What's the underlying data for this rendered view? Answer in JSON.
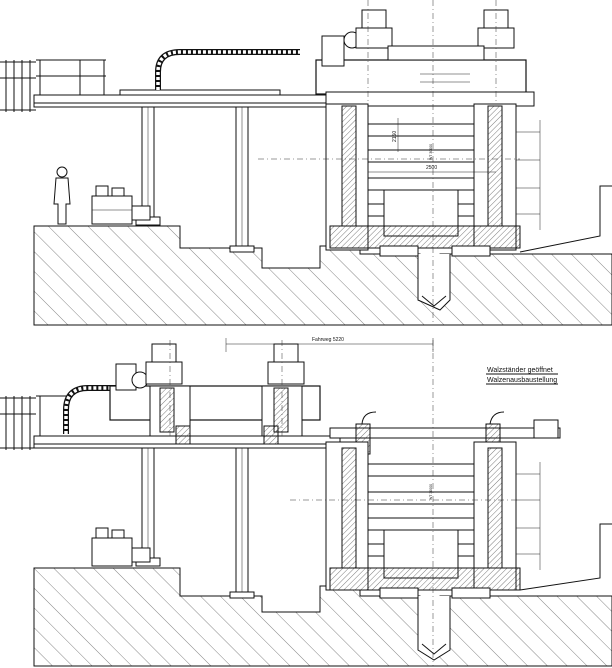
{
  "top_view": {
    "dimensions": [
      "2500",
      "2150",
      "2500"
    ],
    "small_labels": [
      "WT 30000"
    ]
  },
  "bottom_view": {
    "travel_label": "Fahrweg 5220",
    "title_line1": "Walzständer geöffnet",
    "title_line2": "Walzenausbaustellung",
    "small_labels": [
      "WT 30000"
    ]
  }
}
